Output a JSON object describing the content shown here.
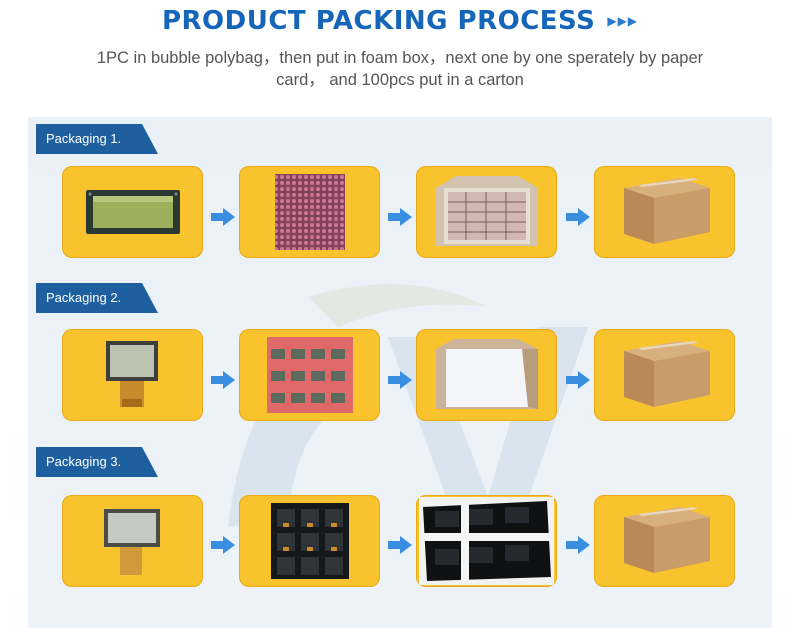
{
  "header": {
    "title": "PRODUCT PACKING PROCESS",
    "title_arrows": "▶▶▶",
    "subtitle_line1": "1PC in bubble polybag，then put in foam box，next one by one sperately by paper",
    "subtitle_line2": "card， and 100pcs put in a carton"
  },
  "colors": {
    "title": "#1565b8",
    "label_bg": "#1e5f9f",
    "card_bg": "#f8c32c",
    "arrow": "#3a8ee0",
    "panel_bg": "#e9f1f7"
  },
  "rows": [
    {
      "label": "Packaging 1.",
      "steps": [
        "lcd-module-icon",
        "bubble-polybag-icon",
        "foam-box-icon",
        "carton-box-icon"
      ]
    },
    {
      "label": "Packaging 2.",
      "steps": [
        "lcd-display-fpc-icon",
        "paper-card-tray-icon",
        "white-box-icon",
        "carton-box-icon"
      ]
    },
    {
      "label": "Packaging 3.",
      "steps": [
        "lcd-display-fpc-icon",
        "black-tray-icon",
        "strapped-trays-icon",
        "carton-box-icon"
      ]
    }
  ]
}
